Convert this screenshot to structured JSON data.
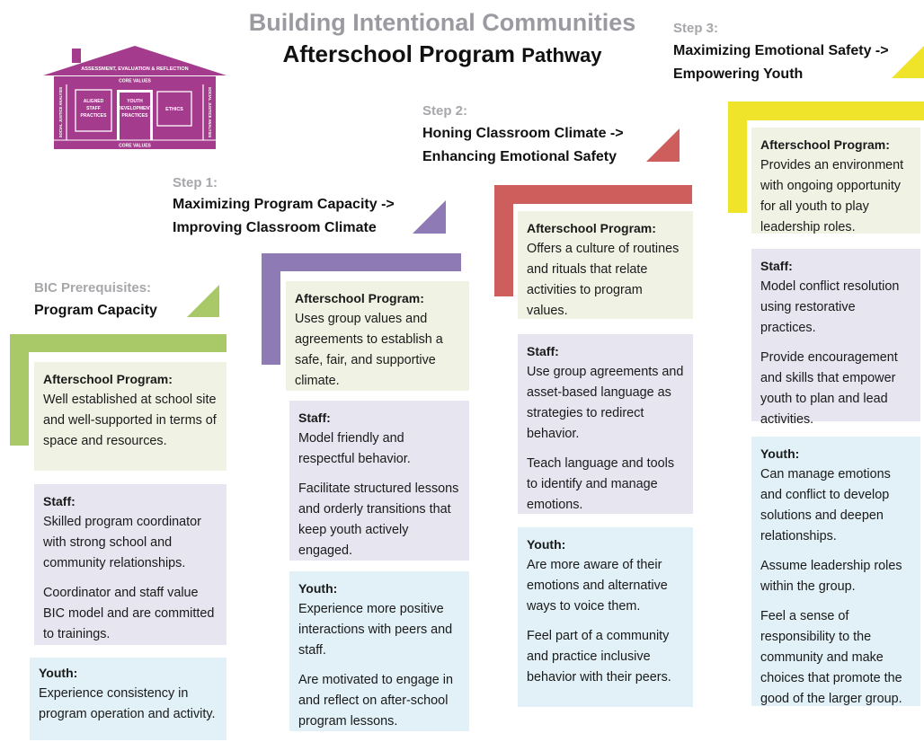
{
  "colors": {
    "green": "#a9c868",
    "purple": "#8e7bb5",
    "red": "#cd5e5c",
    "yellow": "#f0e42b",
    "house": "#a43b8c",
    "box_green": "#f0f3e4",
    "box_lavender": "#e7e5ef",
    "box_blue": "#e1f1f7"
  },
  "title": {
    "line1": "Building Intentional Communities",
    "line2_main": "Afterschool Program",
    "line2_suffix": "Pathway"
  },
  "house": {
    "roof": "ASSESSMENT, EVALUATION & REFLECTION",
    "top_band": "CORE VALUES",
    "bottom_band": "CORE VALUES",
    "left_pillar": "SOCIAL JUSTICE ANALYSIS",
    "right_pillar": "SOCIAL JUSTICE ANALYSIS",
    "window1": [
      "ALIGNED",
      "STAFF",
      "PRACTICES"
    ],
    "window2": [
      "YOUTH",
      "DEVELOPMENT",
      "PRACTICES"
    ],
    "window3": "ETHICS"
  },
  "columns": [
    {
      "step_label": "BIC Prerequisites:",
      "step_name": [
        "Program Capacity"
      ],
      "program_heading": "Afterschool Program:",
      "program_text": "Well established at school site and well-supported in terms of space and resources.",
      "staff_heading": "Staff:",
      "staff_items": [
        "Skilled program coordinator with strong school and community relationships.",
        "Coordinator and staff value BIC model and are committed to trainings."
      ],
      "youth_heading": "Youth:",
      "youth_items": [
        "Experience consistency in program operation and activity."
      ]
    },
    {
      "step_label": "Step 1:",
      "step_name": [
        "Maximizing Program Capacity ->",
        "Improving Classroom Climate"
      ],
      "program_heading": "Afterschool Program:",
      "program_text": "Uses group values and agreements to establish a safe, fair, and supportive climate.",
      "staff_heading": "Staff:",
      "staff_items": [
        "Model friendly and respectful behavior.",
        "Facilitate structured lessons and orderly transitions that keep youth actively engaged."
      ],
      "youth_heading": "Youth:",
      "youth_items": [
        "Experience more positive interactions with peers and staff.",
        "Are motivated to engage in and reflect on after-school program lessons."
      ]
    },
    {
      "step_label": "Step 2:",
      "step_name": [
        "Honing Classroom Climate ->",
        "Enhancing Emotional Safety"
      ],
      "program_heading": "Afterschool Program:",
      "program_text": "Offers a culture of routines and rituals that relate activities to program values.",
      "staff_heading": "Staff:",
      "staff_items": [
        "Use group agreements and asset-based language as strategies to redirect behavior.",
        "Teach language and tools to identify and manage emotions."
      ],
      "youth_heading": "Youth:",
      "youth_items": [
        "Are more aware of their emotions and alternative ways to voice them.",
        "Feel part of a community and practice inclusive behavior with their peers."
      ]
    },
    {
      "step_label": "Step 3:",
      "step_name": [
        "Maximizing Emotional Safety ->",
        "Empowering Youth"
      ],
      "program_heading": "Afterschool Program:",
      "program_text": "Provides an environment with ongoing opportunity for all youth to play leadership roles.",
      "staff_heading": "Staff:",
      "staff_items": [
        "Model conflict resolution using restorative practices.",
        "Provide encouragement and skills that empower youth to plan and lead activities."
      ],
      "youth_heading": "Youth:",
      "youth_items": [
        "Can manage emotions and conflict to develop solutions and deepen relationships.",
        "Assume leadership roles within the group.",
        "Feel a sense of responsibility to the community and make choices that promote the good of the larger group."
      ]
    }
  ]
}
